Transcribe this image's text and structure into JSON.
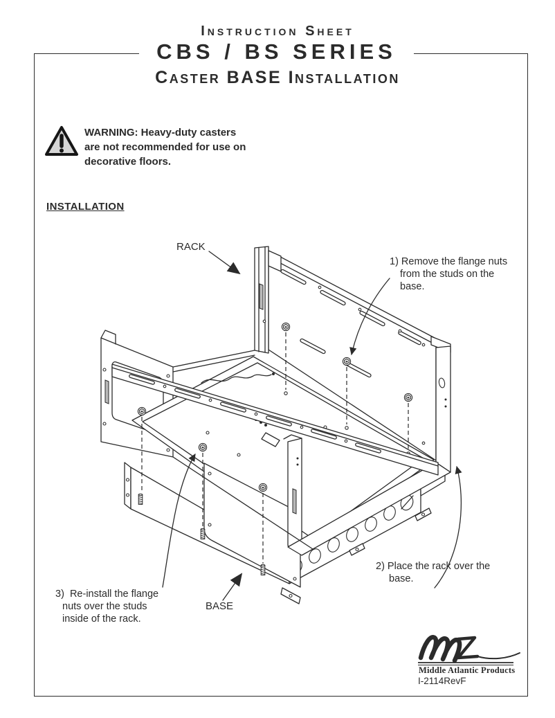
{
  "header": {
    "eyebrow": "Instruction Sheet",
    "title": "CBS / BS SERIES",
    "subtitle": "Caster BASE Installation"
  },
  "warning": {
    "icon": "warning-triangle-icon",
    "text": "WARNING: Heavy-duty casters are not recommended for use on decorative floors."
  },
  "installation": {
    "heading": "INSTALLATION",
    "labels": {
      "rack": "RACK",
      "base": "BASE"
    },
    "steps": [
      {
        "text": "1) Remove the flange nuts from the studs on the base."
      },
      {
        "text": "2) Place the rack over the base."
      },
      {
        "text": "3)  Re-install the flange nuts over the studs inside of the rack."
      }
    ]
  },
  "footer": {
    "logo": "middle-atlantic-script-logo",
    "brand": "Middle Atlantic Products",
    "doc_number": "I-2114RevF"
  },
  "colors": {
    "ink": "#2b2b2b",
    "slot_gray": "#b9b9b9",
    "warning_fill": "#d6d6d6"
  }
}
